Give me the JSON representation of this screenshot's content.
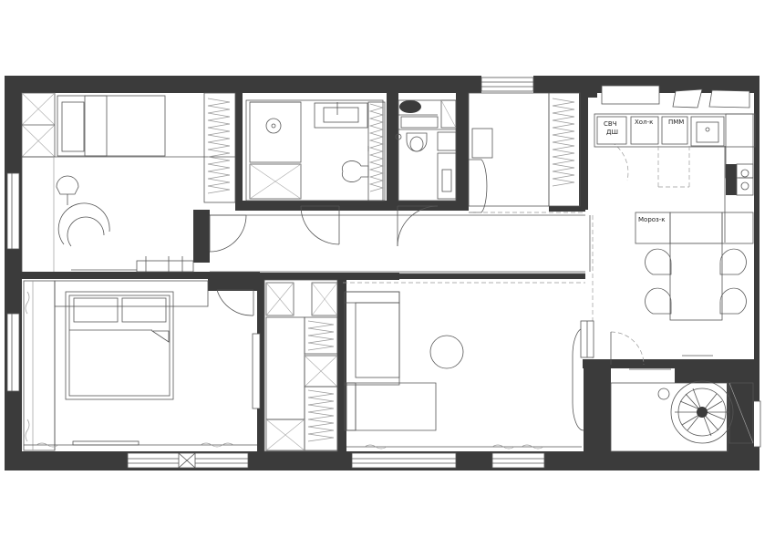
{
  "labels": {
    "microwave": "СВЧ",
    "dishwasher": "ДШ",
    "fridge_short": "Хол-к",
    "pmm": "ПММ",
    "fridge": "Мороз-к"
  }
}
